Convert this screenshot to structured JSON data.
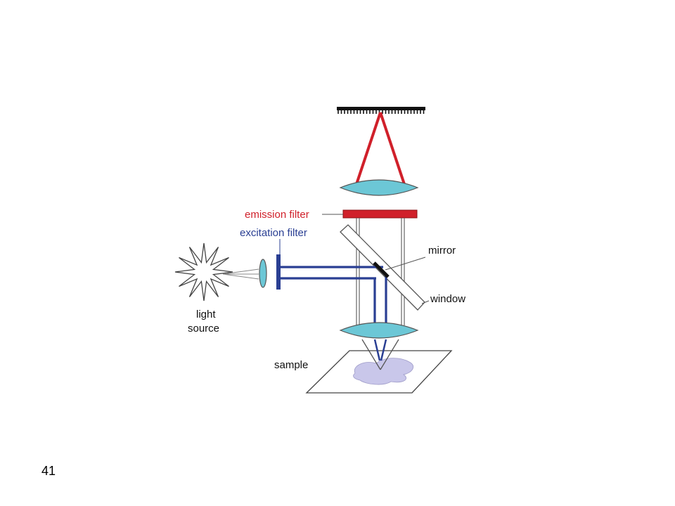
{
  "diagram": {
    "labels": {
      "emission_filter": "emission filter",
      "excitation_filter": "excitation filter",
      "mirror": "mirror",
      "window": "window",
      "light_source_line1": "light",
      "light_source_line2": "source",
      "sample": "sample"
    },
    "colors": {
      "emission": "#d0202a",
      "excitation": "#2a3f93",
      "lens": "#6cc7d6",
      "sample": "#c9c7ea",
      "outline": "#555555"
    }
  },
  "footer": {
    "page_number": "41"
  }
}
